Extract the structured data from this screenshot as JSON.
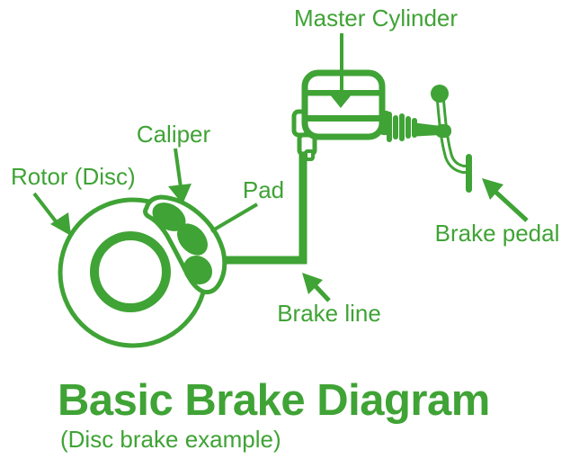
{
  "colors": {
    "green": "#3FA335",
    "background": "#ffffff"
  },
  "labels": {
    "master_cylinder": "Master Cylinder",
    "caliper": "Caliper",
    "rotor": "Rotor (Disc)",
    "pad": "Pad",
    "brake_line": "Brake line",
    "brake_pedal": "Brake pedal"
  },
  "title": {
    "main": "Basic Brake Diagram",
    "subtitle": "(Disc brake example)"
  }
}
